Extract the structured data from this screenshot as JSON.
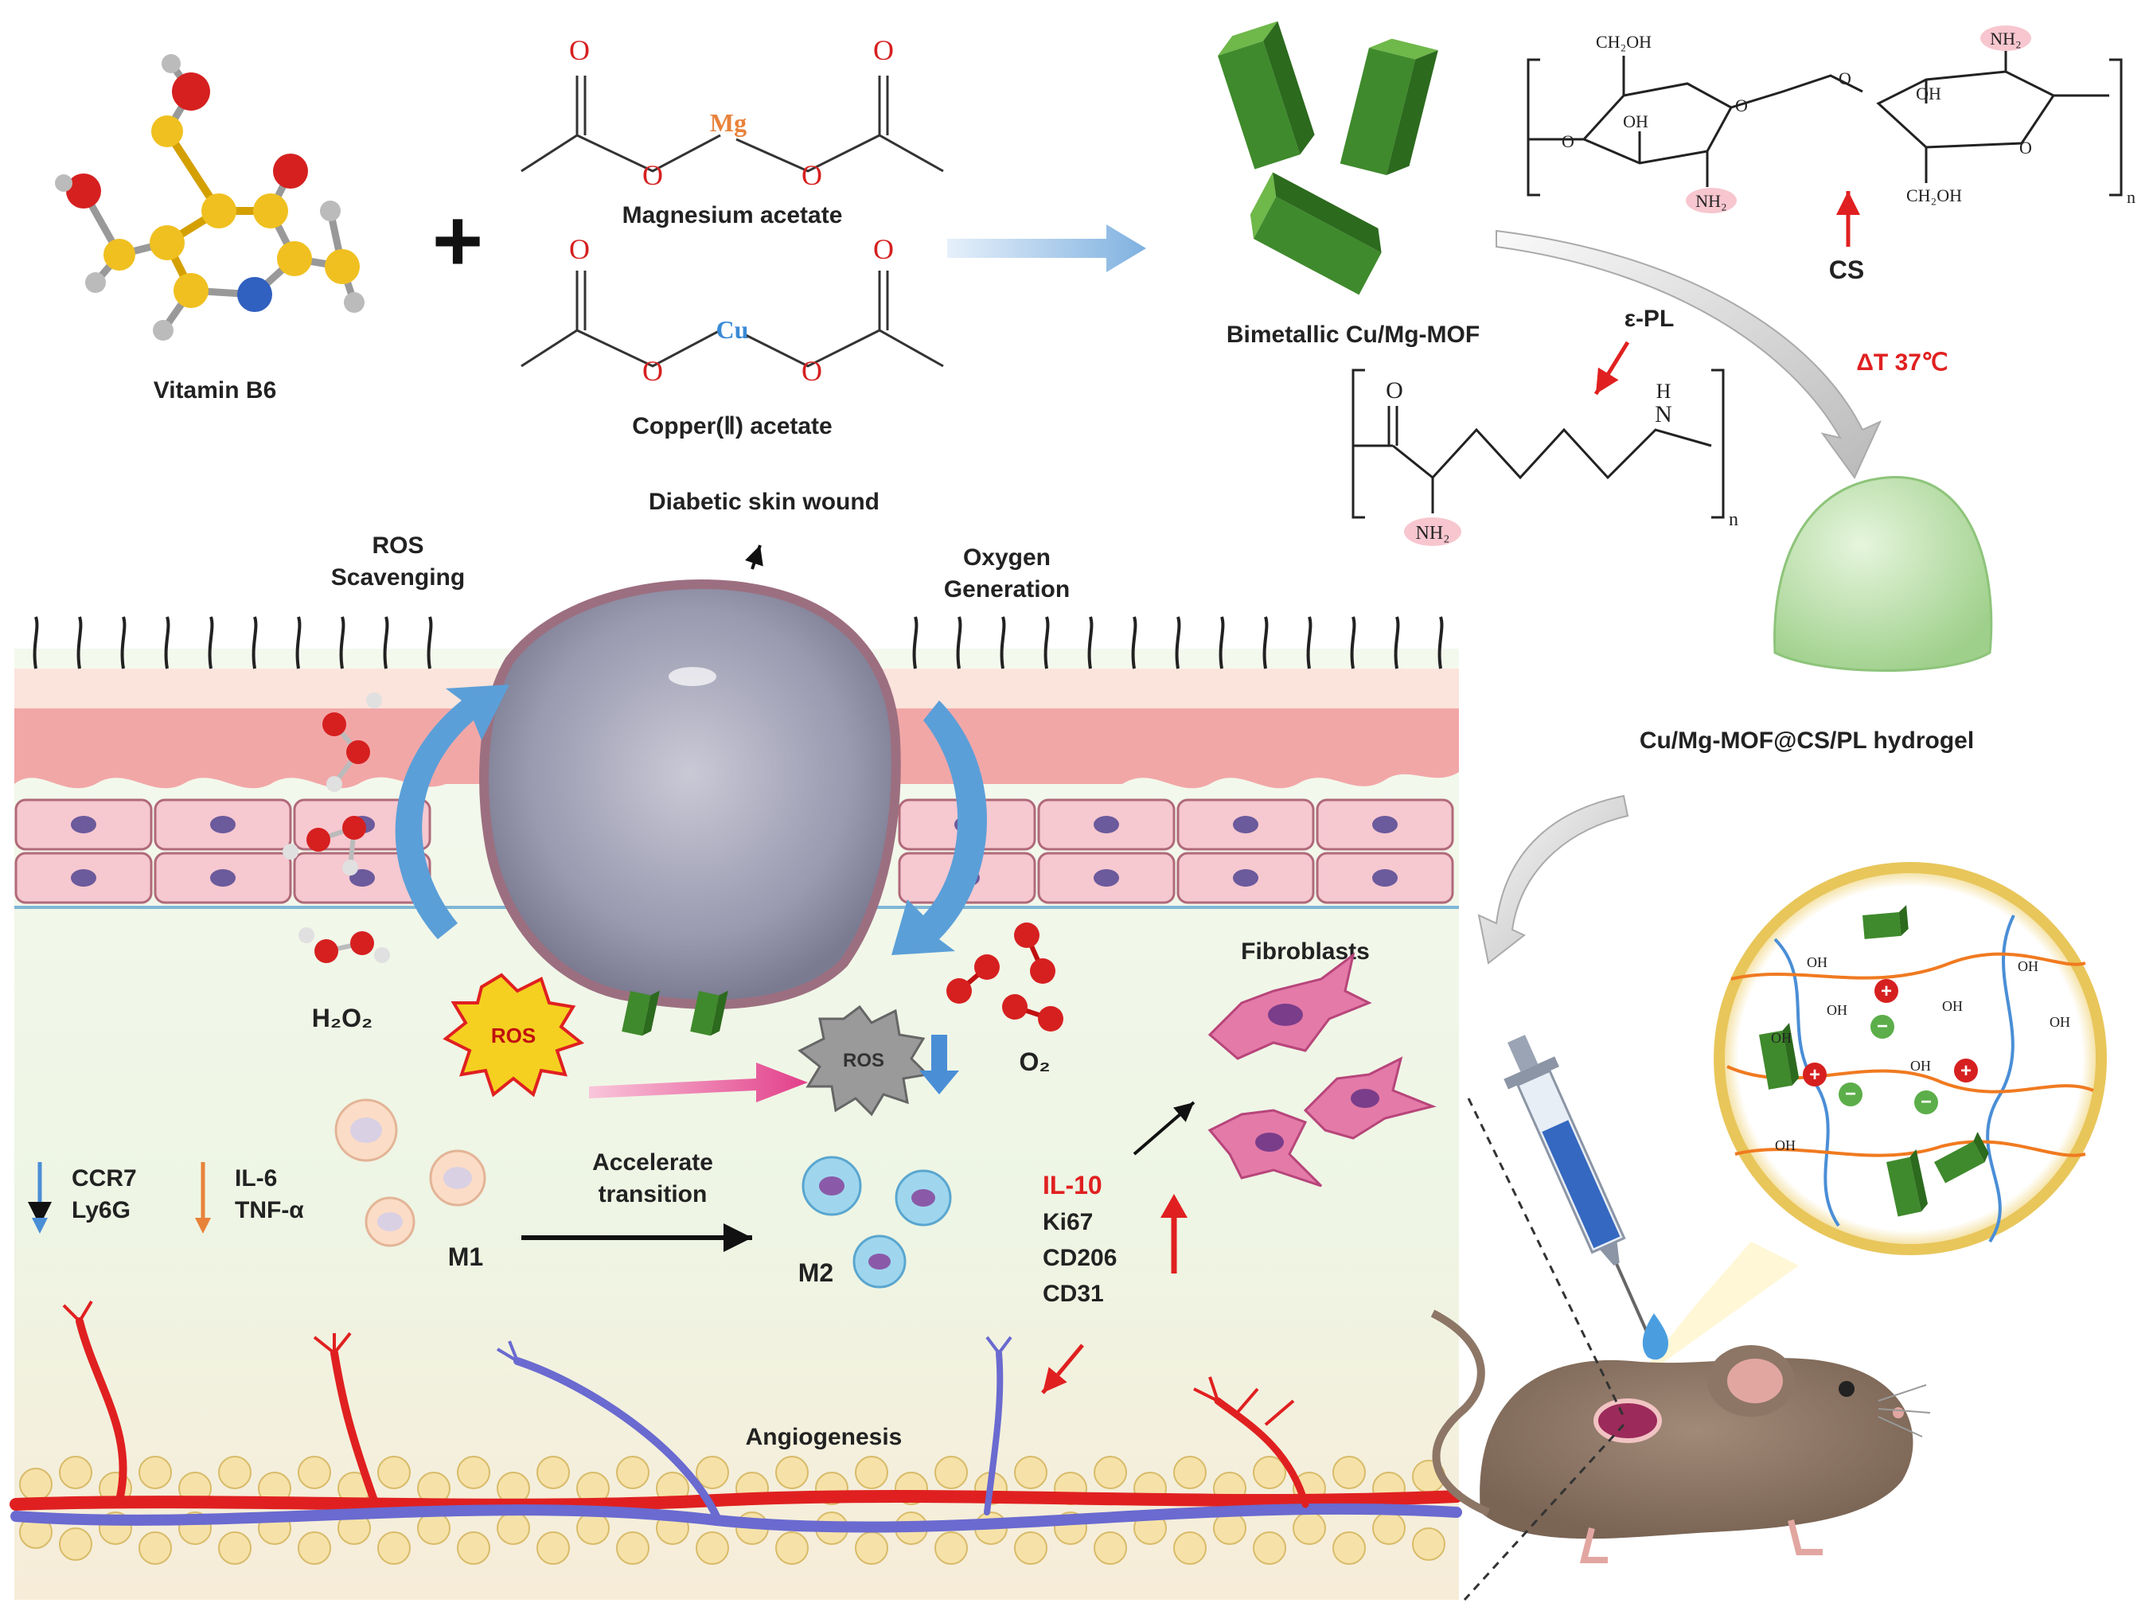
{
  "top": {
    "vitamin_b6": "Vitamin B6",
    "plus": "+",
    "mg_acetate": "Magnesium acetate",
    "cu_acetate": "Copper(Ⅱ) acetate",
    "mg": "Mg",
    "cu": "Cu",
    "o": "O",
    "mof": "Bimetallic Cu/Mg-MOF",
    "epl": "ε-PL",
    "cs": "CS",
    "dt": "ΔT  37℃",
    "hydrogel": "Cu/Mg-MOF@CS/PL hydrogel",
    "n": "n",
    "ch2oh": "CH₂OH",
    "oh": "OH",
    "nh2": "NH₂",
    "h": "H",
    "nlabel": "N"
  },
  "wound": {
    "diabetic": "Diabetic skin wound",
    "ros_scavenging_1": "ROS",
    "ros_scavenging_2": "Scavenging",
    "oxygen_1": "Oxygen",
    "oxygen_2": "Generation",
    "h2o2": "H₂O₂",
    "ros": "ROS",
    "ros2": "ROS",
    "o2": "O₂",
    "fibroblasts": "Fibroblasts",
    "ccr7": "CCR7",
    "ly6g": "Ly6G",
    "il6": "IL-6",
    "tnfa": "TNF-α",
    "m1": "M1",
    "m2": "M2",
    "accel_1": "Accelerate",
    "accel_2": "transition",
    "il10": "IL-10",
    "ki67": "Ki67",
    "cd206": "CD206",
    "cd31": "CD31",
    "angiogenesis": "Angiogenesis"
  },
  "colors": {
    "mg": "#e8823a",
    "cu": "#3a8ad6",
    "oxygen": "#d62020",
    "red_text": "#e02020",
    "mof_green": "#3f8a2c",
    "wound": "#8f8fa8",
    "hydrogel": "#bfe3b0"
  }
}
